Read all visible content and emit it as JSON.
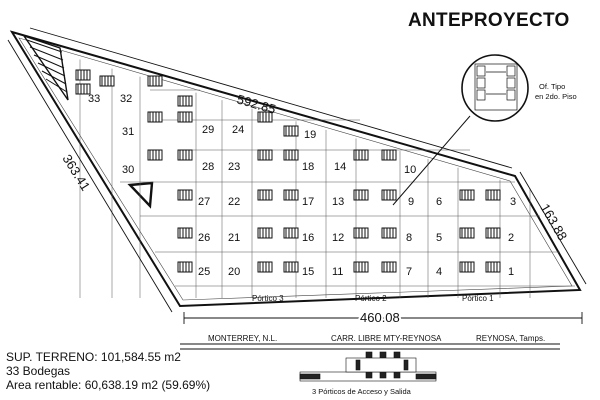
{
  "title": "ANTEPROYECTO",
  "dimensions": {
    "top": "592.85",
    "left": "363.41",
    "right": "163.88",
    "bottom": "460.08"
  },
  "office_note": {
    "line1": "Of. Tipo",
    "line2": "en 2do. Piso"
  },
  "porticos": [
    "Pórtico 3",
    "Pórtico 2",
    "Pórtico 1"
  ],
  "road": {
    "left_city": "MONTERREY, N.L.",
    "name": "CARR. LIBRE MTY-REYNOSA",
    "right_city": "REYNOSA, Tamps."
  },
  "access_caption": "3 Pórticos de Acceso y Salida",
  "stats": {
    "terreno": "SUP. TERRENO: 101,584.55 m2",
    "bodegas": "33 Bodegas",
    "rentable": "Area rentable: 60,638.19 m2 (59.69%)"
  },
  "lots": [
    {
      "n": "33"
    },
    {
      "n": "32"
    },
    {
      "n": "31"
    },
    {
      "n": "30"
    },
    {
      "n": "29"
    },
    {
      "n": "28"
    },
    {
      "n": "27"
    },
    {
      "n": "26"
    },
    {
      "n": "25"
    },
    {
      "n": "24"
    },
    {
      "n": "23"
    },
    {
      "n": "22"
    },
    {
      "n": "21"
    },
    {
      "n": "20"
    },
    {
      "n": "19"
    },
    {
      "n": "18"
    },
    {
      "n": "17"
    },
    {
      "n": "16"
    },
    {
      "n": "15"
    },
    {
      "n": "14"
    },
    {
      "n": "13"
    },
    {
      "n": "12"
    },
    {
      "n": "11"
    },
    {
      "n": "10"
    },
    {
      "n": "9"
    },
    {
      "n": "8"
    },
    {
      "n": "7"
    },
    {
      "n": "6"
    },
    {
      "n": "5"
    },
    {
      "n": "4"
    },
    {
      "n": "3"
    },
    {
      "n": "2"
    },
    {
      "n": "1"
    }
  ]
}
